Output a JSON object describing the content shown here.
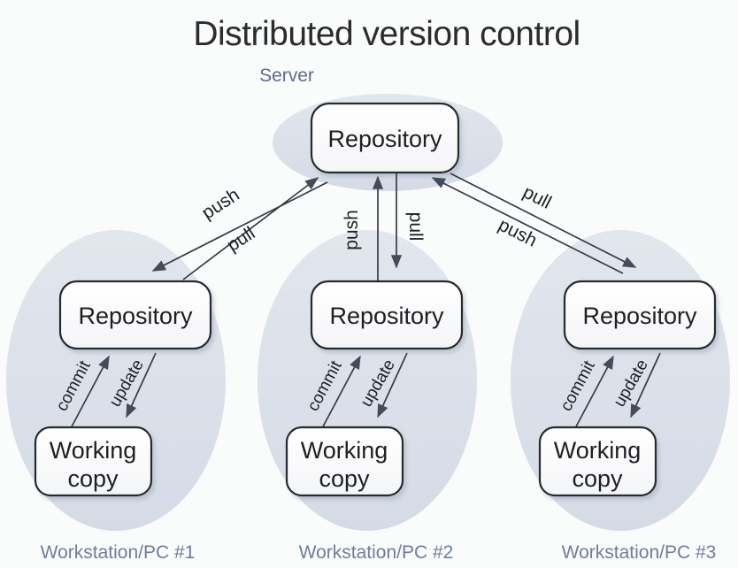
{
  "title": "Distributed version control",
  "server": {
    "zone_label": "Server",
    "repository_label": "Repository"
  },
  "connections": {
    "left": {
      "push_label": "push",
      "pull_label": "pull"
    },
    "middle": {
      "push_label": "push",
      "pull_label": "pull"
    },
    "right": {
      "pull_label": "pull",
      "push_label": "push"
    }
  },
  "workstations": [
    {
      "repository_label": "Repository",
      "working_copy_line1": "Working",
      "working_copy_line2": "copy",
      "commit_label": "commit",
      "update_label": "update",
      "caption": "Workstation/PC #1"
    },
    {
      "repository_label": "Repository",
      "working_copy_line1": "Working",
      "working_copy_line2": "copy",
      "commit_label": "commit",
      "update_label": "update",
      "caption": "Workstation/PC #2"
    },
    {
      "repository_label": "Repository",
      "working_copy_line1": "Working",
      "working_copy_line2": "copy",
      "commit_label": "commit",
      "update_label": "update",
      "caption": "Workstation/PC #3"
    }
  ],
  "colors": {
    "background": "#fafbfb",
    "zone_fill": "#dbe1e9",
    "node_fill": "#ffffff",
    "node_border": "#26292f",
    "arrow": "#3c414d",
    "title": "#2c2c2e",
    "zone_label": "#5d6c92",
    "caption": "#6f7d9d"
  }
}
